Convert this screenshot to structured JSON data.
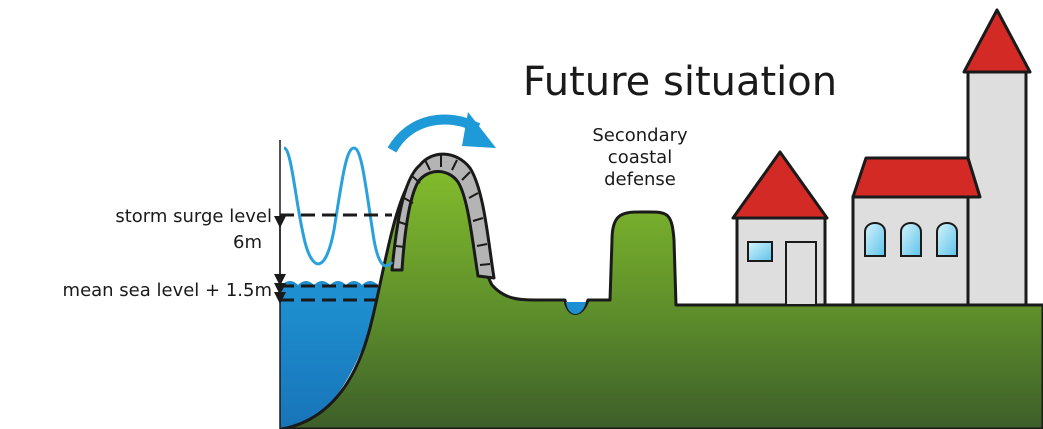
{
  "title": "Future situation",
  "labels": {
    "secondary_defense": [
      "Secondary",
      "coastal",
      "defense"
    ],
    "storm_surge_level": "storm surge level",
    "storm_surge_height": "6m",
    "mean_sea_level": "mean sea level + 1.5m"
  },
  "colors": {
    "sea": "#1e8fd0",
    "wave": "#2aa0dc",
    "arrow": "#1f9ad8",
    "land_top": "#84bd2c",
    "land_bottom": "#3d5e2a",
    "stones": "#b4b4b4",
    "building_wall": "#dedede",
    "roof": "#d42a26",
    "window": "#8fd6f0"
  },
  "icons": {
    "overflow_arrow": "curved-arrow-icon",
    "height_marker": "double-arrow-icon"
  }
}
